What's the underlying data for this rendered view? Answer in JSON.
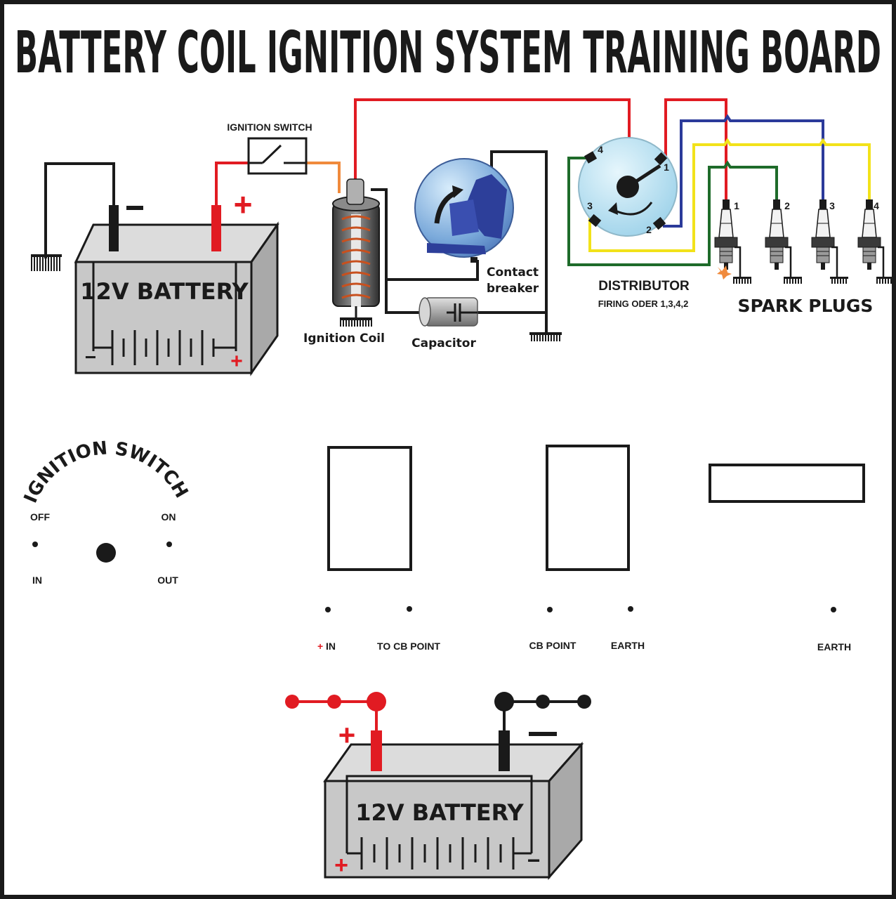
{
  "title": "BATTERY COIL IGNITION SYSTEM TRAINING BOARD",
  "colors": {
    "red": "#e11b22",
    "black": "#1a1a1a",
    "orange": "#f08a3c",
    "blue": "#2b3a9a",
    "yellow": "#f2e21a",
    "green": "#1e6b2a",
    "battery": "#c8c8c8",
    "distributor": "#b8e0f2"
  },
  "diagram": {
    "ignition_switch": "IGNITION SWITCH",
    "battery_label": "12V BATTERY",
    "battery_plus": "+",
    "battery_minus": "−",
    "ignition_coil": "Ignition Coil",
    "capacitor": "Capacitor",
    "contact_breaker_1": "Contact",
    "contact_breaker_2": "breaker",
    "distributor": "DISTRIBUTOR",
    "firing_order": "FIRING ODER 1,3,4,2",
    "spark_plugs": "SPARK PLUGS",
    "dist_numbers": [
      "4",
      "1",
      "3",
      "2"
    ],
    "plug_numbers": [
      "1",
      "2",
      "3",
      "4"
    ]
  },
  "panel": {
    "switch_title": "IGNITION SWITCH",
    "off": "OFF",
    "on": "ON",
    "in": "IN",
    "out": "OUT",
    "coil_plus": "+",
    "coil_in": "IN",
    "to_cb_point": "TO CB POINT",
    "cb_point": "CB POINT",
    "earth_1": "EARTH",
    "earth_2": "EARTH",
    "battery_label": "12V BATTERY",
    "plus": "+",
    "minus": "−"
  }
}
